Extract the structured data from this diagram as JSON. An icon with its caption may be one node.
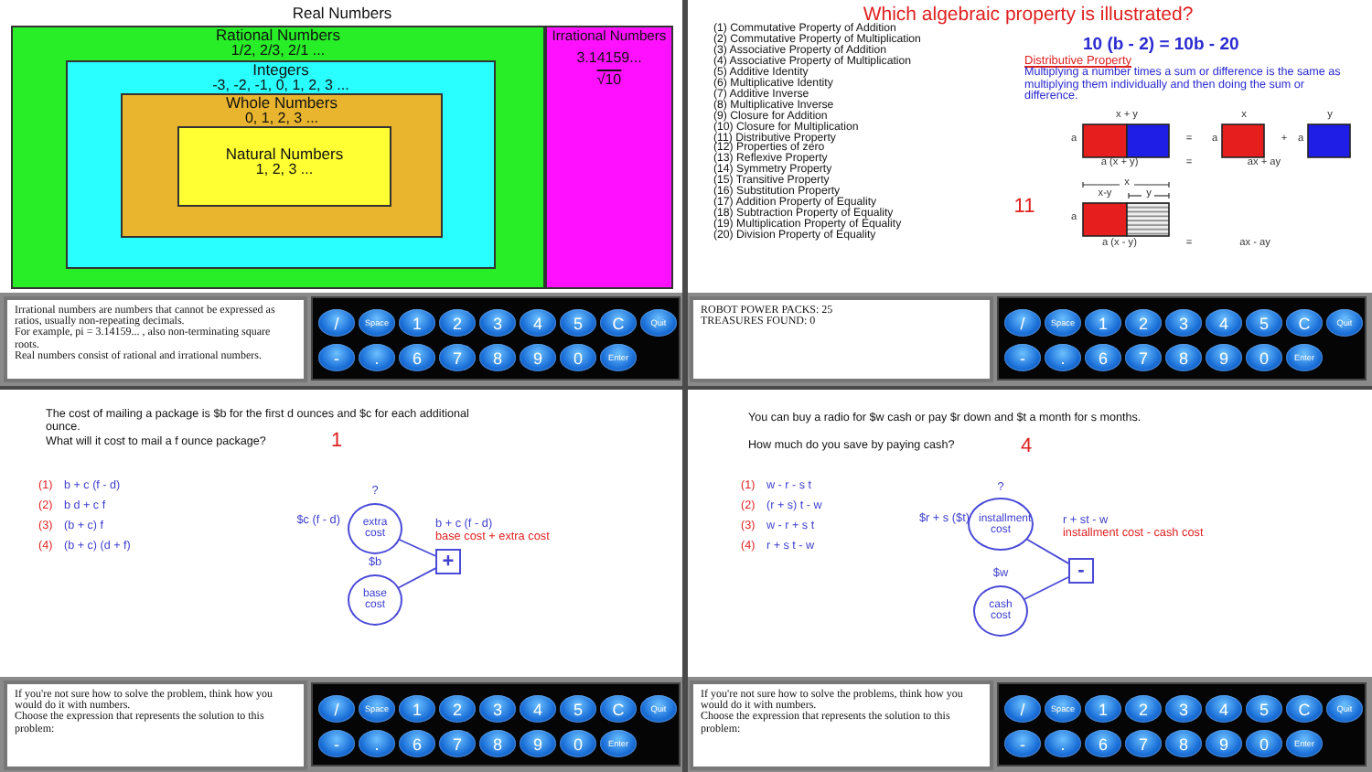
{
  "diagram": {
    "nodes": [
      {
        "text": [
          "Real Numbers"
        ]
      },
      {
        "text": [
          "Rational Numbers",
          "1/2,  2/3,  2/1 ..."
        ],
        "in": 0
      },
      {
        "text": [
          "Integers",
          "-3,  -2,  -1,  0,  1,  2,  3 ..."
        ],
        "in": 1
      },
      {
        "text": [
          "Whole Numbers",
          "0,  1,  2,  3 ..."
        ],
        "in": 2
      },
      {
        "text": [
          "Natural Numbers",
          "1,  2,  3 ..."
        ],
        "in": 3
      },
      {
        "text": [
          "Irrational Numbers",
          "3.14159...",
          "√10"
        ],
        "in": 0
      },
      {
        "text": [
          "Irrational numbers are numbers that cannot be expressed as ratios,  usually non-repeating decimals.",
          "For example,  pi  =  3.14159... ,  also non-terminating square roots.",
          "Real numbers consist of rational and irrational numbers."
        ]
      },
      {
        "text": [
          "ROBOT POWER PACKS:   25",
          "TREASURES FOUND:   0"
        ]
      },
      {
        "text": [
          "extra cost"
        ],
        "beside": [
          "?",
          "$c (f  -  d)"
        ]
      },
      {
        "text": [
          "base cost"
        ],
        "beside": [
          "$b"
        ]
      },
      {
        "text": [
          "+"
        ],
        "beside": [
          "b  +  c (f  -  d)",
          "base cost  +  extra cost"
        ]
      },
      {
        "text": [
          "If you're not sure how to solve the problem,  think how you would do it with numbers.",
          "Choose the expression that represents the solution to this problem:"
        ]
      },
      {
        "text": [
          "installment cost"
        ],
        "beside": [
          "?",
          "$r  +  s ($t)"
        ]
      },
      {
        "text": [
          "cash cost"
        ],
        "beside": [
          "$w"
        ]
      },
      {
        "text": [
          "-"
        ],
        "beside": [
          "r  +  st  -  w",
          "installment cost  -  cash cost"
        ]
      },
      {
        "text": [
          "If you're not sure how to solve the problems,  think how you would do it with numbers.",
          "Choose the expression that represents the solution to this problem:"
        ]
      }
    ],
    "edges": [
      {
        "from": 8,
        "to": 10,
        "arrow": "none"
      },
      {
        "from": 9,
        "to": 10,
        "arrow": "none"
      },
      {
        "from": 12,
        "to": 14,
        "arrow": "none"
      },
      {
        "from": 13,
        "to": 14,
        "arrow": "none"
      }
    ],
    "labels": [
      "/",
      "Space",
      "1",
      "2",
      "3",
      "4",
      "5",
      "C",
      "Quit",
      "-",
      ".",
      "6",
      "7",
      "8",
      "9",
      "0",
      "Enter",
      "Which algebraic property is illustrated?",
      "(1)  Commutative Property of Addition",
      "(2)  Commutative Property of Multiplication",
      "(3)  Associative Property of Addition",
      "(4)  Associative Property of Multiplication",
      "(5)  Additive Identity",
      "(6)  Multiplicative Identity",
      "(7)  Additive Inverse",
      "(8)  Multiplicative Inverse",
      "(9)  Closure for Addition",
      "(10)  Closure for Multiplication",
      "(11)  Distributive Property",
      "(12)  Properties of zero",
      "(13)  Reflexive Property",
      "(14)  Symmetry Property",
      "(15)  Transitive Property",
      "(16)  Substitution Property",
      "(17)  Addition Property of Equality",
      "(18)  Subtraction Property of Equality",
      "(19)  Multiplication Property of Equality",
      "(20)  Division Property of Equality",
      "10 (b  -  2)  =  10b  -  20",
      "Distributive Property",
      "Multiplying a number times a sum or difference is the same as multiplying them individually and then doing the sum or difference.",
      "x  +  y",
      "x",
      "y",
      "a",
      "=",
      "a",
      "+",
      "a",
      "a (x  +  y)",
      "=",
      "ax  +  ay",
      "x",
      "x-y",
      "y",
      "11",
      "a",
      "a (x  -  y)",
      "=",
      "ax  -  ay",
      "/",
      "Space",
      "1",
      "2",
      "3",
      "4",
      "5",
      "C",
      "Quit",
      "-",
      ".",
      "6",
      "7",
      "8",
      "9",
      "0",
      "Enter",
      "The cost of mailing a package is  $b  for the first  d  ounces and  $c  for each additional ounce.",
      "What will it cost to mail a  f  ounce package?",
      "1",
      "(1)",
      "b  +  c (f  -  d)",
      "(2)",
      "b d  +  c f",
      "(3)",
      "(b  +  c) f",
      "(4)",
      "(b  +  c) (d  +  f)",
      "/",
      "Space",
      "1",
      "2",
      "3",
      "4",
      "5",
      "C",
      "Quit",
      "-",
      ".",
      "6",
      "7",
      "8",
      "9",
      "0",
      "Enter",
      "You can buy a radio for  $w  cash or pay  $r  down and  $t  a month for  s  months.",
      "How much do you save by paying cash?",
      "4",
      "(1)",
      "w  -  r  -  s t",
      "(2)",
      "(r  +  s) t  -  w",
      "(3)",
      "w  -  r  +  s t",
      "(4)",
      "r  +  s t  -  w",
      "/",
      "Space",
      "1",
      "2",
      "3",
      "4",
      "5",
      "C",
      "Quit",
      "-",
      ".",
      "6",
      "7",
      "8",
      "9",
      "0",
      "Enter"
    ]
  }
}
